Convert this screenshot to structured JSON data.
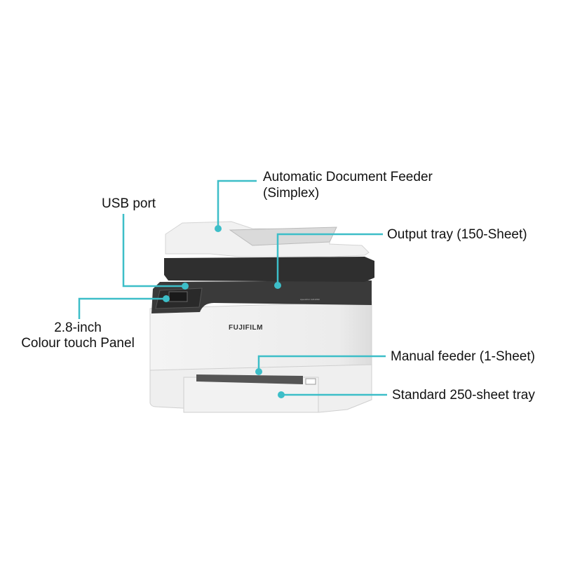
{
  "brand": "FUJIFILM",
  "model_badge": "ApeosPort C2410SD",
  "accent_color": "#3dbec8",
  "callouts": {
    "adf": {
      "line1": "Automatic Document Feeder",
      "line2": "(Simplex)"
    },
    "usb": {
      "label": "USB port"
    },
    "output_tray": {
      "label": "Output tray (150-Sheet)"
    },
    "panel": {
      "line1": "2.8-inch",
      "line2": "Colour touch Panel"
    },
    "manual_feeder": {
      "label": "Manual feeder (1-Sheet)"
    },
    "standard_tray": {
      "label": "Standard 250-sheet tray"
    }
  }
}
